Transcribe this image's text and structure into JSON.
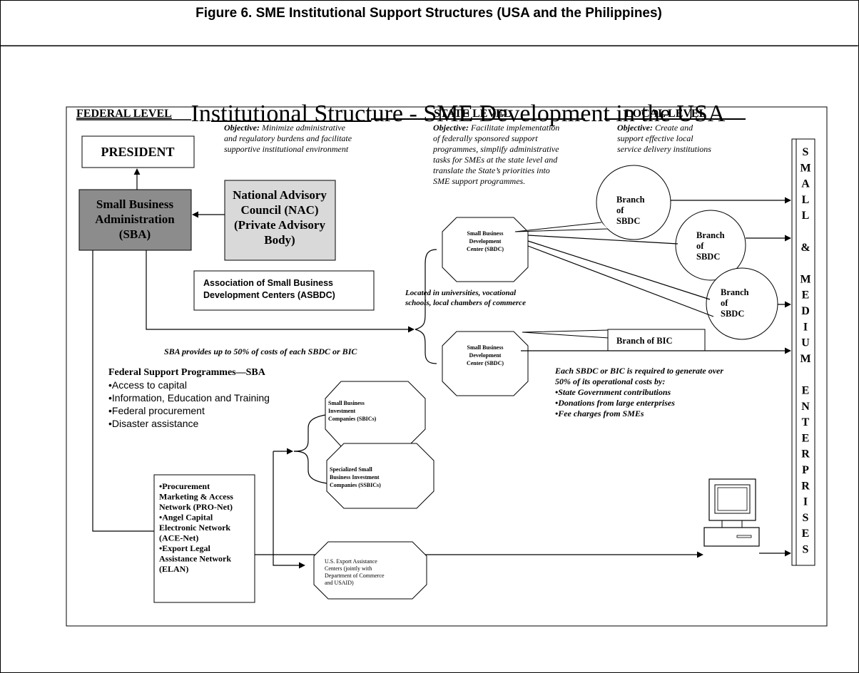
{
  "figure_caption": "Figure 6. SME Institutional Support Structures (USA and the Philippines)",
  "diagram_title": "Institutional Structure - SME Development in the USA",
  "levels": {
    "federal": "FEDERAL LEVEL",
    "state": "STATE LEVEL",
    "local": "LOCAL LEVEL"
  },
  "objectives": {
    "federal": {
      "label": "Objective:",
      "lines": [
        " Minimize administrative",
        "and regulatory burdens and facilitate",
        "supportive institutional environment"
      ]
    },
    "state": {
      "label": "Objective:",
      "lines": [
        " Facilitate implementation",
        "of federally sponsored support",
        "programmes, simplify administrative",
        "tasks for SMEs at the state level and",
        "translate the State’s priorities into",
        "SME support programmes."
      ]
    },
    "local": {
      "label": "Objective:",
      "lines": [
        " Create and",
        "support effective local",
        "service delivery institutions"
      ]
    }
  },
  "boxes": {
    "president": "PRESIDENT",
    "sba": [
      "Small Business",
      "Administration",
      "(SBA)"
    ],
    "nac": [
      "National Advisory",
      "Council (NAC)",
      "(Private Advisory",
      "Body)"
    ],
    "asbdc": [
      "Association of Small Business",
      "Development Centers (ASBDC)"
    ],
    "networks": [
      "•Procurement",
      "Marketing & Access",
      "Network (PRO-Net)",
      "•Angel Capital",
      "Electronic Network",
      "(ACE-Net)",
      "•Export Legal",
      "Assistance Network",
      "(ELAN)"
    ],
    "branch_bic": "Branch of BIC"
  },
  "octagons": {
    "sbdc_top": [
      "Small Business",
      "Development",
      "Center (SBDC)"
    ],
    "sbdc_bottom": [
      "Small Business",
      "Development",
      "Center (SBDC)"
    ],
    "sbic": [
      "Small Business",
      "Investment",
      "Companies (SBICs)"
    ],
    "ssbic": [
      "Specialized Small",
      "Business Investment",
      "Companies (SSBICs)"
    ],
    "export": [
      "U.S. Export Assistance",
      "Centers (jointly with",
      "Department of Commerce",
      "and USAID)"
    ]
  },
  "branches": {
    "b1": [
      "Branch",
      "of",
      "SBDC"
    ],
    "b2": [
      "Branch",
      "of",
      "SBDC"
    ],
    "b3": [
      "Branch",
      "of",
      "SBDC"
    ]
  },
  "notes": {
    "located": [
      "Located in universities, vocational",
      "schools, local chambers of commerce"
    ],
    "sba_costs": "SBA provides up to 50% of costs of each SBDC or BIC",
    "each_sbdc": [
      "Each SBDC or BIC is required to generate over",
      "50% of its operational costs by:",
      "•State Government contributions",
      "•Donations from large enterprises",
      "•Fee charges from SMEs"
    ]
  },
  "programmes": {
    "title": "Federal Support Programmes—SBA",
    "items": [
      "•Access to capital",
      "•Information, Education and Training",
      "•Federal procurement",
      "•Disaster assistance"
    ]
  },
  "sme_letters": [
    "S",
    "M",
    "A",
    "L",
    "L",
    "",
    "&",
    "",
    "M",
    "E",
    "D",
    "I",
    "U",
    "M",
    "",
    "E",
    "N",
    "T",
    "E",
    "R",
    "P",
    "R",
    "I",
    "S",
    "E",
    "S"
  ],
  "icons": {
    "computer": "computer-icon"
  },
  "colors": {
    "sba_fill": "#8c8c8c",
    "nac_fill": "#d9d9d9",
    "line": "#000000"
  }
}
